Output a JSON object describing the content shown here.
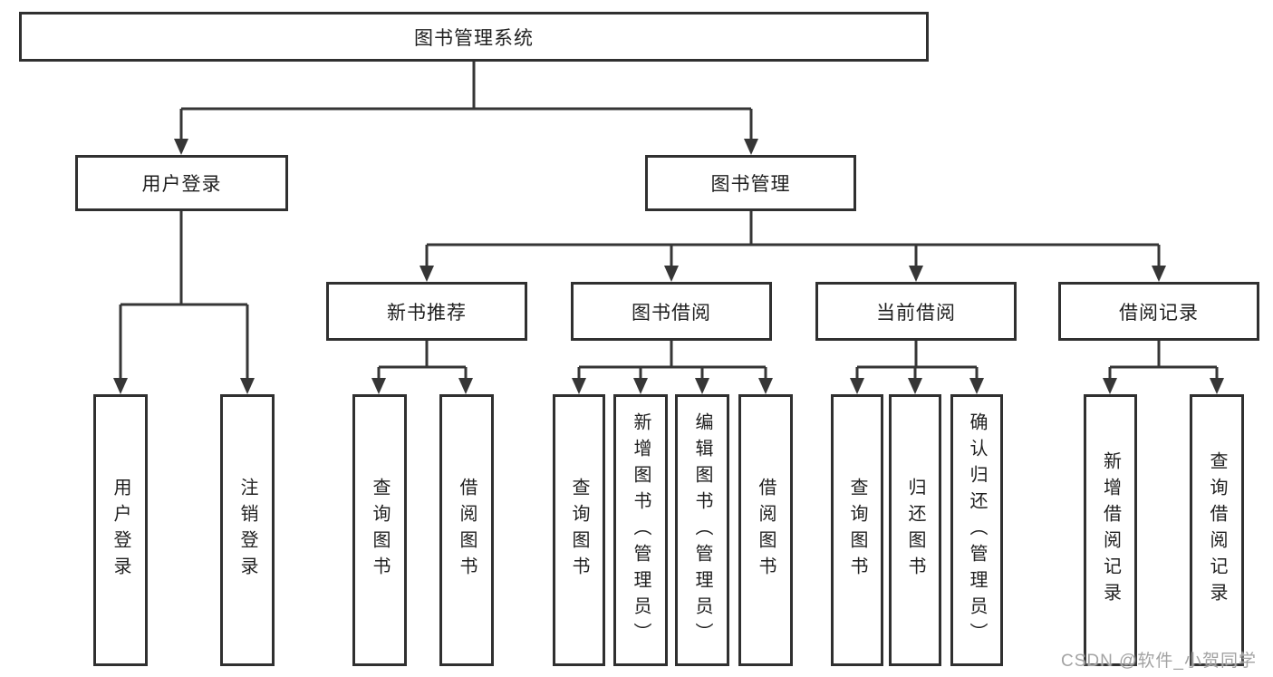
{
  "colors": {
    "background": "#ffffff",
    "line": "#363636",
    "box_border": "#303030",
    "text": "#1f1f1f",
    "watermark": "#a3a3a3"
  },
  "nodes": {
    "root": {
      "label": "图书管理系统"
    },
    "level2": [
      {
        "label": "用户登录"
      },
      {
        "label": "图书管理"
      }
    ],
    "level3": [
      {
        "label": "新书推荐",
        "parent": "图书管理"
      },
      {
        "label": "图书借阅",
        "parent": "图书管理"
      },
      {
        "label": "当前借阅",
        "parent": "图书管理"
      },
      {
        "label": "借阅记录",
        "parent": "图书管理"
      }
    ],
    "leaves": [
      {
        "label": "用户登录",
        "parent": "用户登录"
      },
      {
        "label": "注销登录",
        "parent": "用户登录"
      },
      {
        "label": "查询图书",
        "parent": "新书推荐"
      },
      {
        "label": "借阅图书",
        "parent": "新书推荐"
      },
      {
        "label": "查询图书",
        "parent": "图书借阅"
      },
      {
        "label": "新增图书（管理员）",
        "parent": "图书借阅"
      },
      {
        "label": "编辑图书（管理员）",
        "parent": "图书借阅"
      },
      {
        "label": "借阅图书",
        "parent": "图书借阅"
      },
      {
        "label": "查询图书",
        "parent": "当前借阅"
      },
      {
        "label": "归还图书",
        "parent": "当前借阅"
      },
      {
        "label": "确认归还（管理员）",
        "parent": "当前借阅"
      },
      {
        "label": "新增借阅记录",
        "parent": "借阅记录"
      },
      {
        "label": "查询借阅记录",
        "parent": "借阅记录"
      }
    ]
  },
  "watermark": {
    "text": "CSDN @软件_小贺同学"
  }
}
